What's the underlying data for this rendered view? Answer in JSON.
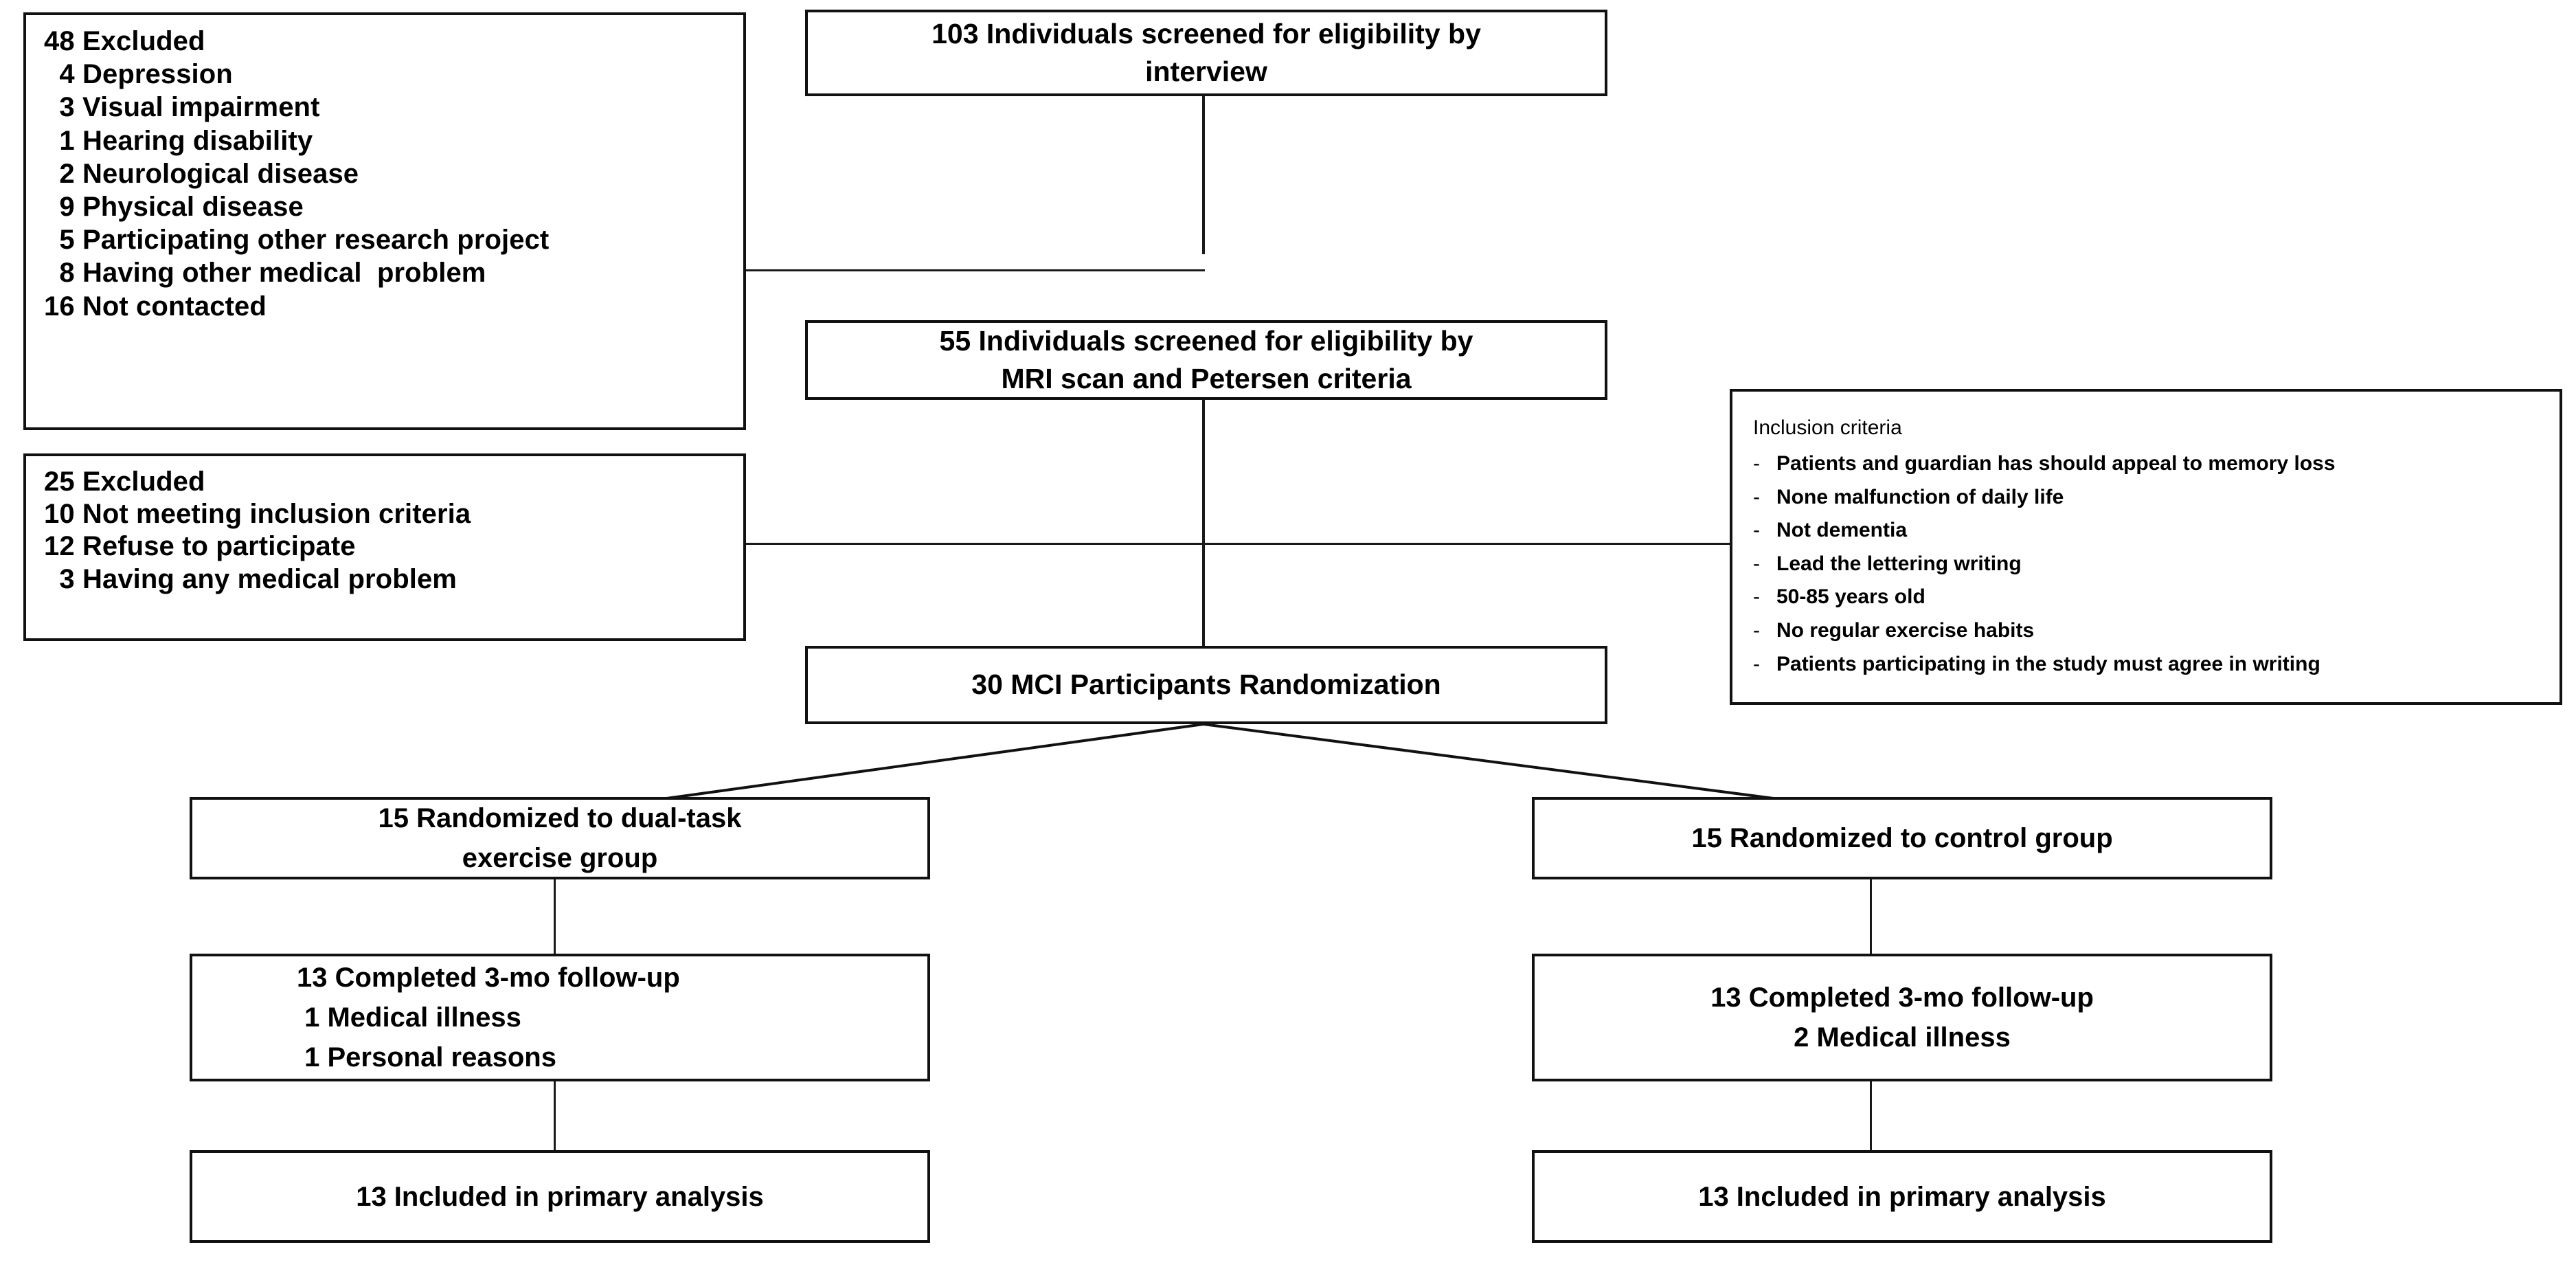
{
  "diagram": {
    "title": "CONSORT participant flow diagram",
    "type": "flowchart",
    "stroke_color": "#111111",
    "background_color": "#ffffff"
  },
  "excluded_first": {
    "name": "48-excluded",
    "lines": [
      "48 Excluded",
      "  4 Depression",
      "  3 Visual impairment",
      "  1 Hearing disability",
      "  2 Neurological disease",
      "  9 Physical disease",
      "  5 Participating other research project",
      "  8 Having other medical  problem",
      "16 Not contacted"
    ]
  },
  "excluded_second": {
    "name": "25-excluded",
    "lines": [
      "25 Excluded",
      "10 Not meeting inclusion criteria",
      "12 Refuse to participate",
      "  3 Having any medical problem"
    ]
  },
  "screened_interview": {
    "lines": [
      "103 Individuals screened for eligibility by",
      "interview"
    ]
  },
  "screened_mri": {
    "lines": [
      "55 Individuals screened for eligibility by",
      "MRI scan and Petersen criteria"
    ]
  },
  "randomization": {
    "lines": [
      "30 MCI Participants Randomization"
    ]
  },
  "inclusion_criteria": {
    "title": "Inclusion criteria",
    "bullet": "-",
    "items": [
      "Patients and guardian has should appeal to memory loss",
      "None malfunction of daily life",
      "Not dementia",
      "Lead the lettering writing",
      "50-85 years old",
      "No regular exercise habits",
      "Patients participating in the study must agree in writing"
    ]
  },
  "arm_left": {
    "allocation": {
      "lines": [
        "15 Randomized to dual-task",
        "exercise group"
      ]
    },
    "followup": {
      "lines": [
        "13 Completed 3-mo follow-up",
        " 1 Medical illness",
        " 1 Personal reasons"
      ]
    },
    "analysis": {
      "lines": [
        "13 Included in primary analysis"
      ]
    }
  },
  "arm_right": {
    "allocation": {
      "lines": [
        "15 Randomized to control group"
      ]
    },
    "followup": {
      "lines": [
        "13 Completed 3-mo follow-up",
        "2 Medical illness"
      ]
    },
    "analysis": {
      "lines": [
        "13 Included in primary analysis"
      ]
    }
  }
}
